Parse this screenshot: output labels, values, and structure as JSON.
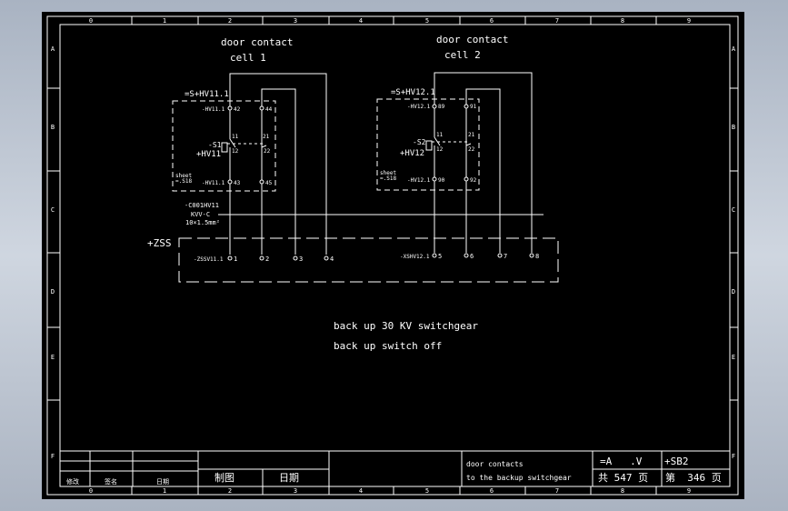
{
  "border": {
    "columns": [
      "0",
      "1",
      "2",
      "3",
      "4",
      "5",
      "6",
      "7",
      "8",
      "9"
    ],
    "rows": [
      "A",
      "B",
      "C",
      "D",
      "E",
      "F"
    ]
  },
  "headings": {
    "cell1_line1": "door contact",
    "cell1_line2": "cell 1",
    "cell2_line1": "door contact",
    "cell2_line2": "cell 2"
  },
  "cell1": {
    "switch_ref": "=S+HV11.1",
    "terminal_top": "-HV11.1",
    "terminal_bottom": "-HV11.1",
    "pins_left_top": "42",
    "pins_right_top": "44",
    "pin_11": "11",
    "pin_21": "21",
    "pin_12": "12",
    "pin_22": "22",
    "pins_left_bottom": "43",
    "pins_right_bottom": "45",
    "switch_label": "-S1",
    "panel_label": "+HV11",
    "sheet_note_1": "sheet",
    "sheet_note_2": "=.S18"
  },
  "cell2": {
    "switch_ref": "=S+HV12.1",
    "terminal_top": "-HV12.1",
    "terminal_bottom": "-HV12.1",
    "pins_left_top": "89",
    "pins_right_top": "91",
    "pin_11": "11",
    "pin_21": "21",
    "pin_12": "12",
    "pin_22": "22",
    "pins_left_bottom": "90",
    "pins_right_bottom": "92",
    "switch_label": "-S2",
    "panel_label": "+HV12",
    "sheet_note_1": "sheet",
    "sheet_note_2": "=.S18"
  },
  "cable": {
    "ref": "-C001HV11",
    "type": "KVV-C",
    "size": "10×1.5mm²"
  },
  "zss": {
    "label": "+ZSS",
    "left_terminal": "-ZSSV11.1",
    "right_terminal": "-XSHV12.1",
    "pins": [
      "1",
      "2",
      "3",
      "4",
      "5",
      "6",
      "7",
      "8"
    ]
  },
  "notes": {
    "line1": "back up 30 KV switchgear",
    "line2": "back up switch off"
  },
  "title_block": {
    "rev_col1": "修改",
    "rev_col2": "签名",
    "rev_col3": "日期",
    "drawn_label": "制图",
    "date_label": "日期",
    "desc_line1": "door contacts",
    "desc_line2": "to the backup switchgear",
    "plant_code": "=A   .V",
    "location_code": "+SB2",
    "total_pages": "共 547 页",
    "page_no": "第  346 页"
  }
}
